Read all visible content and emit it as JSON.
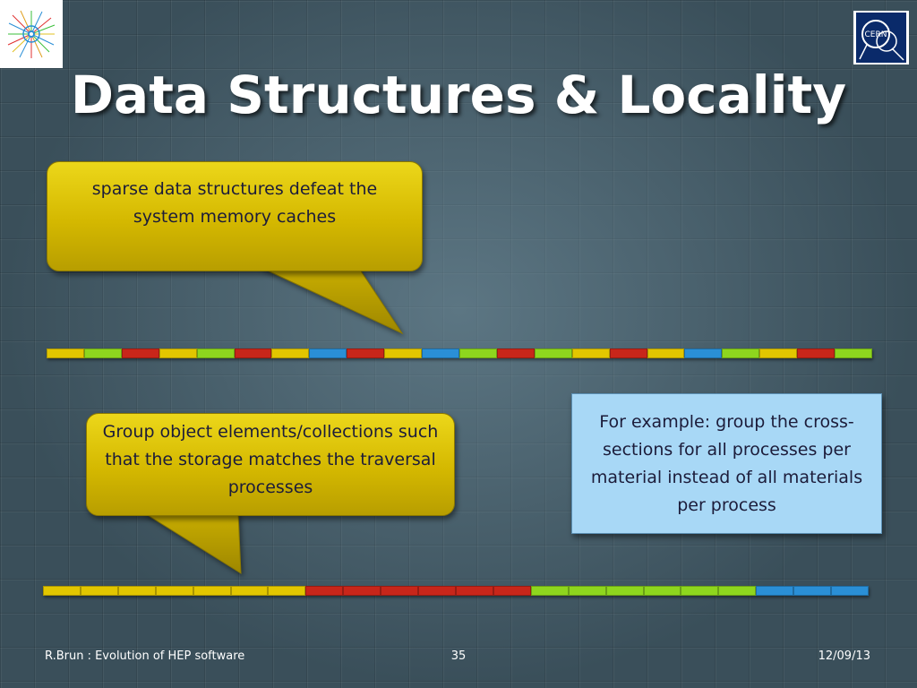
{
  "slide": {
    "title": "Data Structures & Locality"
  },
  "callouts": [
    {
      "text": "sparse data structures defeat the system memory caches"
    },
    {
      "text": "Group object elements/collections such that the storage matches the traversal processes"
    }
  ],
  "note": {
    "text": "For example: group the cross-sections for all processes per material instead of all materials per process"
  },
  "logos": {
    "right_text": "CERN"
  },
  "colors": {
    "yellow": "#e2c600",
    "green": "#8ed61e",
    "red": "#c8261a",
    "blue": "#2a8fd6",
    "callout": "#d4b800",
    "note_box": "#a8d8f6"
  },
  "memory_layouts": {
    "scattered": [
      "yellow",
      "green",
      "red",
      "yellow",
      "green",
      "red",
      "yellow",
      "blue",
      "red",
      "yellow",
      "blue",
      "green",
      "red",
      "green",
      "yellow",
      "red",
      "yellow",
      "blue",
      "green",
      "yellow",
      "red",
      "green"
    ],
    "grouped": [
      "yellow",
      "yellow",
      "yellow",
      "yellow",
      "yellow",
      "yellow",
      "yellow",
      "red",
      "red",
      "red",
      "red",
      "red",
      "red",
      "green",
      "green",
      "green",
      "green",
      "green",
      "green",
      "blue",
      "blue",
      "blue"
    ]
  },
  "footer": {
    "left": "R.Brun : Evolution of HEP software",
    "page": "35",
    "date": "12/09/13"
  }
}
